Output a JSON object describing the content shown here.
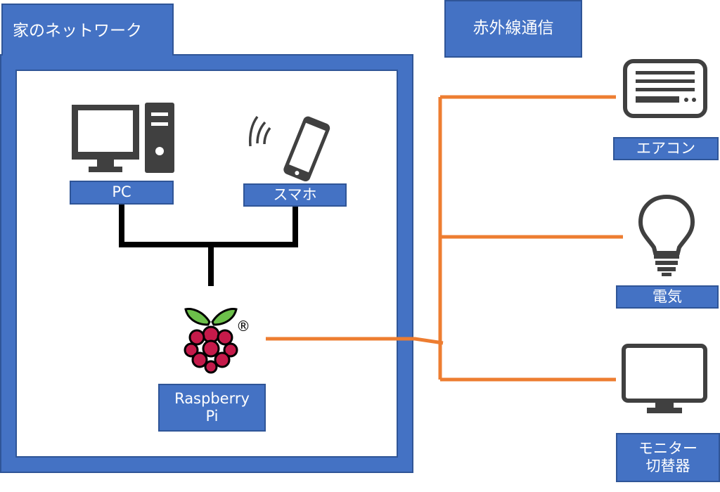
{
  "home_network": {
    "title": "家のネットワーク",
    "devices": {
      "pc": "PC",
      "smartphone": "スマホ",
      "raspberry_pi": "Raspberry\nPi"
    },
    "registered_mark": "®"
  },
  "infrared": {
    "title": "赤外線通信",
    "devices": {
      "aircon": "エアコン",
      "light": "電気",
      "monitor_switch": "モニター\n切替器"
    }
  },
  "colors": {
    "box_blue": "#4472c4",
    "border_blue": "#2f5597",
    "orange_line": "#ed7d31",
    "black_line": "#000000",
    "icon_gray": "#404040"
  }
}
